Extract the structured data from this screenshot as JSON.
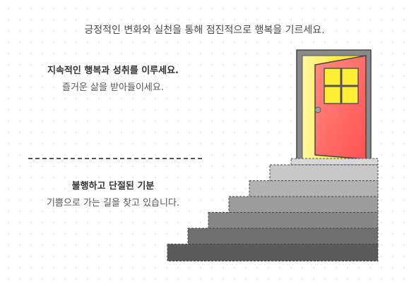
{
  "header": {
    "text": "긍정적인 변화와 실천을 통해 점진적으로 행복을 기르세요."
  },
  "top": {
    "title": "지속적인 행복과 성취를 이루세요.",
    "desc": "즐거운 삶을 받아들이세요."
  },
  "bottom": {
    "title": "불행하고 단절된 기분",
    "desc": "기쁨으로 가는 길을 찾고 있습니다."
  },
  "colors": {
    "door_frame": "#808080",
    "door_light": "#ffee00",
    "door_panel": "#ff6666",
    "step_light": "#c8c8c8",
    "step_dark": "#5a5a5a"
  },
  "icons": [
    "door-icon",
    "window-icon",
    "stairs-icon"
  ]
}
